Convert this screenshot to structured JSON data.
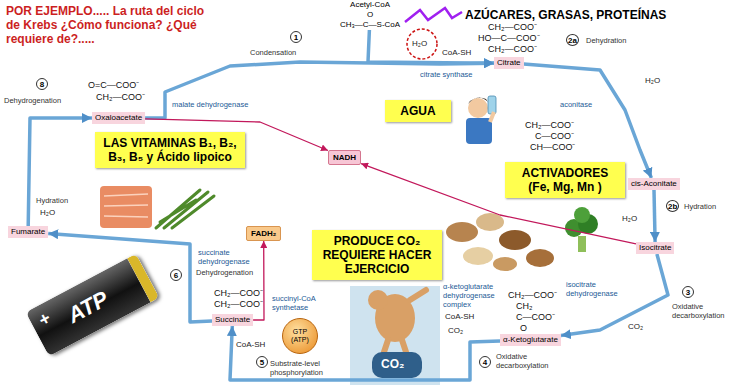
{
  "diagram": {
    "title": "POR EJEMPLO..... La ruta del ciclo de Krebs ¿Cómo funciona? ¿Qué requiere de?.....",
    "nodes": [
      {
        "text": [
          "Acetyl-CoA",
          "O",
          "CH₃—C—S-CoA"
        ]
      },
      {
        "text": [
          "Citrate"
        ]
      },
      {
        "text": [
          "cis-Aconitate"
        ]
      },
      {
        "text": [
          "Isocitrate"
        ]
      },
      {
        "text": [
          "α-Ketoglutarate"
        ]
      },
      {
        "text": [
          "Succinate"
        ]
      },
      {
        "text": [
          "Fumarate"
        ]
      },
      {
        "text": [
          "Oxaloacetate"
        ]
      },
      {
        "text": [
          "LAS VITAMINAS B₁, B₂, B₃, B₅ y Ácido lipoico"
        ]
      },
      {
        "text": [
          "AGUA"
        ]
      },
      {
        "text": [
          "ACTIVADORES (Fe, Mg, Mn )"
        ]
      },
      {
        "text": [
          "PRODUCE CO₂ REQUIERE HACER EJERCICIO"
        ]
      },
      {
        "text": [
          "NADH"
        ]
      },
      {
        "text": [
          "FADH₂"
        ]
      },
      {
        "text": [
          "GTP (ATP)"
        ]
      },
      {
        "text": [
          "ATP"
        ]
      }
    ],
    "edges": [
      {
        "from": 0,
        "to": 1,
        "arrow": "to"
      },
      {
        "from": 7,
        "to": 1,
        "arrow": "to"
      },
      {
        "from": 1,
        "to": 2,
        "arrow": "to"
      },
      {
        "from": 2,
        "to": 3,
        "arrow": "to"
      },
      {
        "from": 3,
        "to": 4,
        "arrow": "to"
      },
      {
        "from": 4,
        "to": 5,
        "arrow": "to"
      },
      {
        "from": 5,
        "to": 6,
        "arrow": "to"
      },
      {
        "from": 6,
        "to": 7,
        "arrow": "to"
      },
      {
        "from": 3,
        "to": 12,
        "arrow": "to"
      },
      {
        "from": 7,
        "to": 12,
        "arrow": "to"
      },
      {
        "from": 5,
        "to": 13,
        "arrow": "to"
      }
    ],
    "labels": [
      "AZÚCARES, GRASAS, PROTEÍNAS",
      "1",
      "Condensation",
      "H₂O",
      "CoA-SH",
      "citrate synthase",
      "CH₂—COO⁻",
      "HO—C—COO⁻",
      "CH₂—COO⁻",
      "2a",
      "Dehydration",
      "H₂O",
      "aconitase",
      "CH₂—COO⁻",
      "C—COO⁻",
      "CH—COO⁻",
      "2b",
      "Hydration",
      "H₂O",
      "3",
      "Oxidative decarboxylation",
      "isocitrate dehydrogenase",
      "CO₂",
      "CH₂—COO⁻",
      "CH₂",
      "C—COO⁻",
      "O",
      "α-ketoglutarate dehydrogenase complex",
      "CoA-SH",
      "CO₂",
      "4",
      "Oxidative decarboxylation",
      "CO₂",
      "succinyl-CoA synthetase",
      "5",
      "Substrate-level phosphorylation",
      "CoA-SH",
      "CH₂—COO⁻",
      "CH₂—COO⁻",
      "6",
      "Dehydrogenation",
      "succinate dehydrogenase",
      "Hydration",
      "H₂O",
      "malate dehydrogenase",
      "8",
      "Dehydrogenation",
      "O=C—COO⁻",
      "CH₂—COO⁻",
      "+"
    ]
  }
}
